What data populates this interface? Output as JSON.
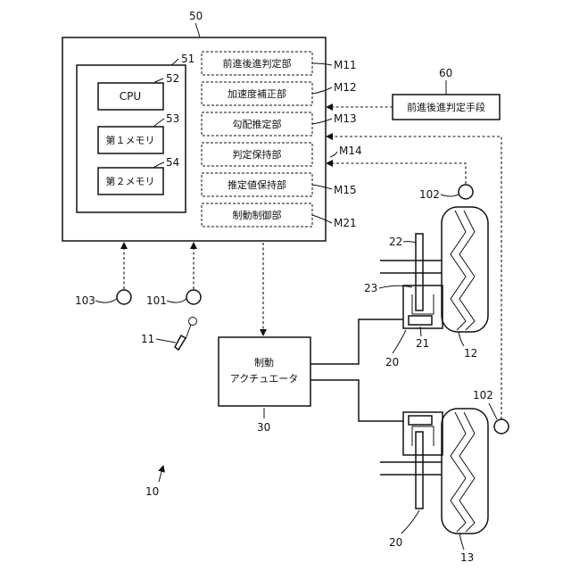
{
  "labels": {
    "ecu": "50",
    "ecu_inner": "51",
    "cpu_num": "52",
    "mem1_num": "53",
    "mem2_num": "54",
    "system": "10",
    "actuator_num": "30",
    "judge_means_num": "60",
    "sensor_103": "103",
    "sensor_101": "101",
    "pedal": "11",
    "sensor_102_top": "102",
    "sensor_102_bottom": "102",
    "brake_top": "20",
    "brake_bottom": "20",
    "wheel_front": "12",
    "wheel_rear": "13",
    "disc": "22",
    "caliper": "23",
    "piston": "21"
  },
  "blocks": {
    "cpu": "CPU",
    "mem1": "第１メモリ",
    "mem2": "第２メモリ",
    "actuator_line1": "制動",
    "actuator_line2": "アクチュエータ",
    "judge_means": "前進後進判定手段"
  },
  "modules": [
    {
      "name": "前進後進判定部",
      "code": "M11"
    },
    {
      "name": "加速度補正部",
      "code": "M12"
    },
    {
      "name": "勾配推定部",
      "code": "M13"
    },
    {
      "name": "判定保持部",
      "code": "M14"
    },
    {
      "name": "推定値保持部",
      "code": "M15"
    },
    {
      "name": "制動制御部",
      "code": "M21"
    }
  ]
}
